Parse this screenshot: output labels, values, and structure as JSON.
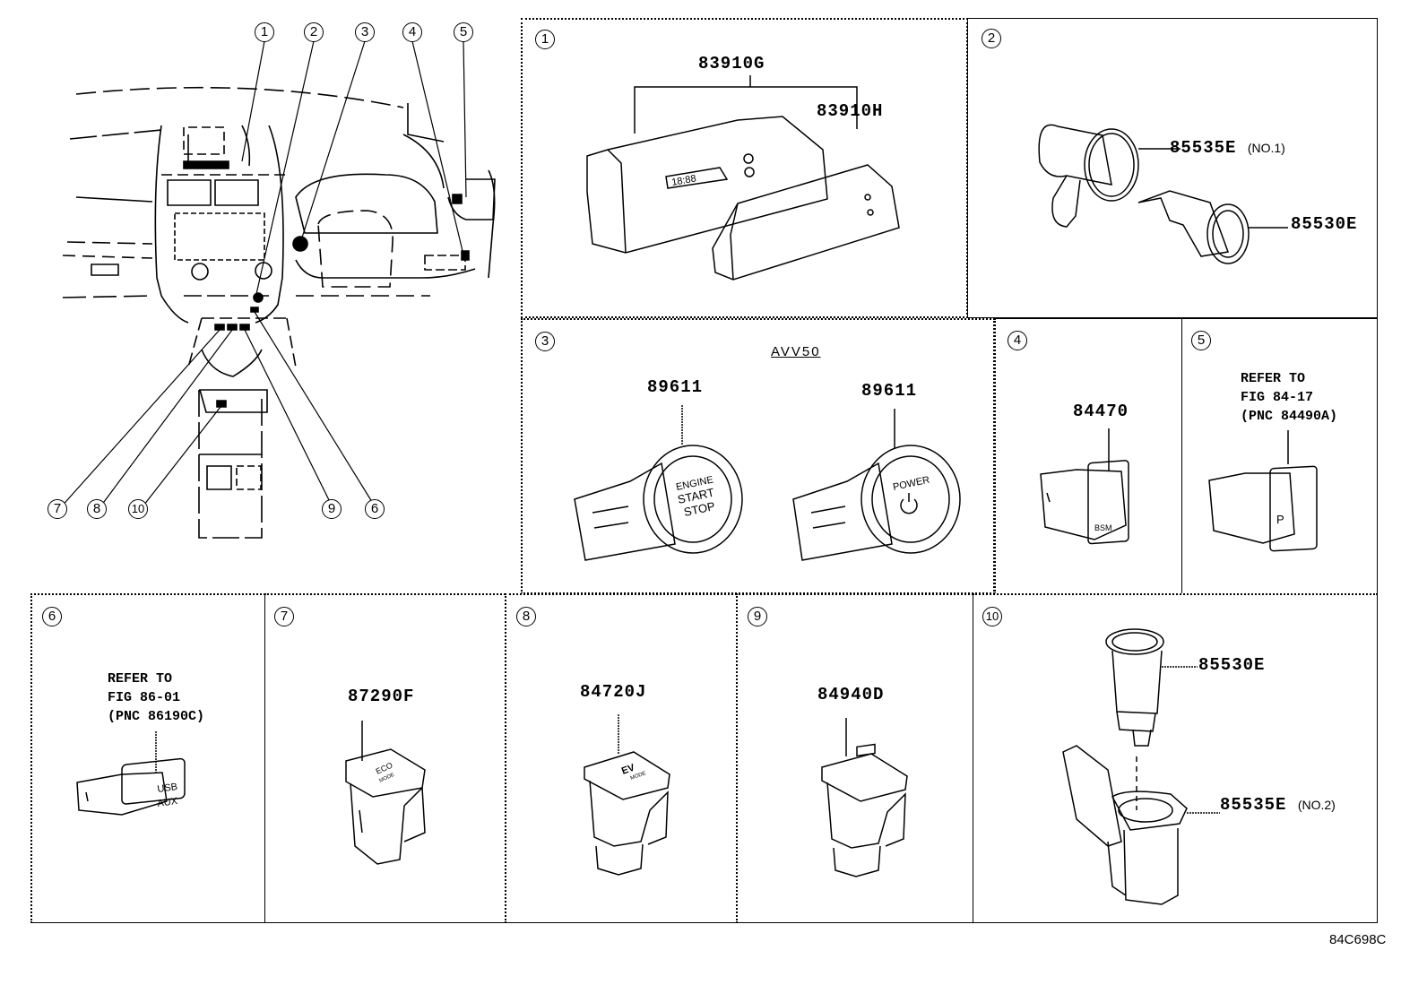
{
  "figure_code": "84C698C",
  "overview": {
    "callouts_top": [
      "1",
      "2",
      "3",
      "4",
      "5"
    ],
    "callouts_bottom": [
      "7",
      "8",
      "10",
      "9",
      "6"
    ]
  },
  "panels": [
    {
      "index": "1",
      "parts": [
        {
          "number": "83910G",
          "qualifier": ""
        },
        {
          "number": "83910H",
          "qualifier": ""
        }
      ],
      "display_text": "18:88"
    },
    {
      "index": "2",
      "parts": [
        {
          "number": "85535E",
          "qualifier": "(NO.1)"
        },
        {
          "number": "85530E",
          "qualifier": ""
        }
      ]
    },
    {
      "index": "3",
      "model": "AVV50",
      "parts": [
        {
          "number": "89611",
          "qualifier": "",
          "button_text": [
            "ENGINE",
            "START",
            "STOP"
          ]
        },
        {
          "number": "89611",
          "qualifier": "",
          "button_text": [
            "POWER"
          ]
        }
      ]
    },
    {
      "index": "4",
      "parts": [
        {
          "number": "84470",
          "qualifier": "",
          "switch_text": "BSM"
        }
      ]
    },
    {
      "index": "5",
      "reference": [
        "REFER TO",
        "FIG 84-17",
        "(PNC 84490A)"
      ],
      "switch_text": "P"
    },
    {
      "index": "6",
      "reference": [
        "REFER TO",
        "FIG 86-01",
        "(PNC 86190C)"
      ],
      "switch_text": [
        "USB",
        "AUX"
      ]
    },
    {
      "index": "7",
      "parts": [
        {
          "number": "87290F",
          "qualifier": "",
          "switch_text": [
            "ECO",
            "MODE"
          ]
        }
      ]
    },
    {
      "index": "8",
      "parts": [
        {
          "number": "84720J",
          "qualifier": "",
          "switch_text": [
            "EV",
            "MODE"
          ]
        }
      ]
    },
    {
      "index": "9",
      "parts": [
        {
          "number": "84940D",
          "qualifier": ""
        }
      ]
    },
    {
      "index": "10",
      "parts": [
        {
          "number": "85530E",
          "qualifier": ""
        },
        {
          "number": "85535E",
          "qualifier": "(NO.2)"
        }
      ]
    }
  ]
}
